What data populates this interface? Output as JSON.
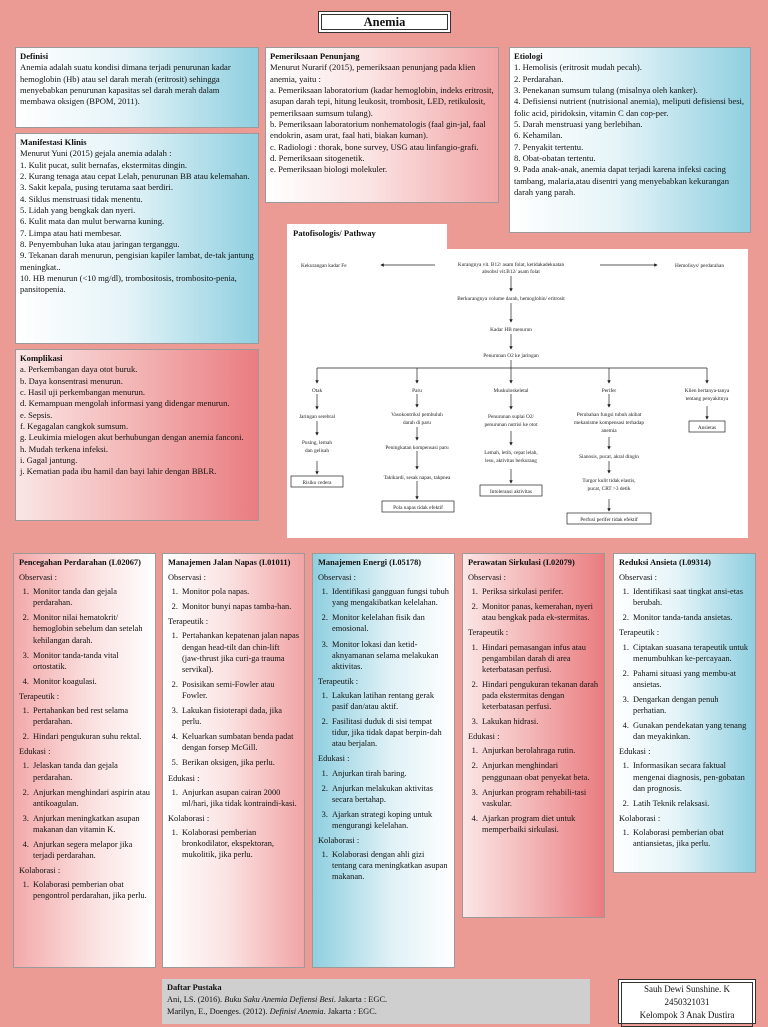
{
  "title": "Anemia",
  "definisi": {
    "heading": "Definisi",
    "text": "Anemia adalah suatu kondisi dimana terjadi penurunan kadar hemoglobin (Hb) atau sel darah merah (eritrosit) sehingga menyebabkan penurunan kapasitas sel darah merah dalam membawa oksigen (BPOM, 2011)."
  },
  "pemeriksaan": {
    "heading": "Pemeriksaan Penunjang",
    "intro": "Menurut Nurarif (2015), pemeriksaan penunjang pada klien anemia, yaitu :",
    "items": [
      "a. Pemeriksaan laboratorium (kadar hemoglobin, indeks eritrosit, asupan darah tepi, hitung leukosit, trombosit, LED, retikulosit, pemeriksaan sumsum tulang).",
      "b. Pemeriksaan laboratorium nonhematologis (faal gin-jal, faal endokrin, asam urat, faal hati, biakan kuman).",
      "c. Radiologi : thorak, bone survey, USG atau linfangio-grafi.",
      "d. Pemeriksaan sitogenetik.",
      "e. Pemeriksaan biologi molekuler."
    ]
  },
  "etiologi": {
    "heading": "Etiologi",
    "items": [
      "1. Hemolisis (eritrosit mudah pecah).",
      "2. Perdarahan.",
      "3. Penekanan sumsum tulang (misalnya oleh kanker).",
      "4. Defisiensi nutrient (nutrisional anemia), meliputi defisiensi besi, folic acid, piridoksin, vitamin C dan cop-per.",
      "5. Darah menstruasi yang berlebihan.",
      "6. Kehamilan.",
      "7. Penyakit tertentu.",
      "8. Obat-obatan tertentu.",
      "9. Pada anak-anak, anemia dapat terjadi karena infeksi cacing tambang, malaria,atau disentri yang menyebabkan kekurangan darah yang parah."
    ]
  },
  "manifestasi": {
    "heading": "Manifestasi Klinis",
    "intro": "Menurut Yuni (2015) gejala anemia adalah :",
    "items": [
      "1. Kulit pucat, sulit bernafas, ekstermitas dingin.",
      "2. Kurang tenaga atau cepat Lelah, penurunan BB atau kelemahan.",
      "3. Sakit kepala, pusing terutama saat berdiri.",
      "4. Siklus menstruasi tidak menentu.",
      "5. Lidah yang bengkak dan nyeri.",
      "6. Kulit mata dan mulut berwarna kuning.",
      "7. Limpa atau hati membesar.",
      "8. Penyembuhan luka atau jaringan terganggu.",
      "9. Tekanan darah menurun, pengisian kapiler lambat, de-tak jantung meningkat..",
      "10. HB menurun (<10 mg/dl), trombositosis, trombosito-penia, pansitopenia."
    ]
  },
  "komplikasi": {
    "heading": "Komplikasi",
    "items": [
      "a. Perkembangan daya otot buruk.",
      "b. Daya konsentrasi menurun.",
      "c. Hasil uji perkembangan menurun.",
      "d. Kemampuan mengolah informasi yang didengar menurun.",
      "e. Sepsis.",
      "f.  Kegagalan cangkok sumsum.",
      "g. Leukimia mielogen akut berhubungan dengan anemia fanconi.",
      "h. Mudah terkena infeksi.",
      "i. Gagal jantung.",
      "j. Kematian pada ibu hamil dan bayi lahir dengan BBLR."
    ]
  },
  "pathway": {
    "heading": "Patofisologis/ Pathway",
    "kekurangan_fe": "Kekurangan kadar Fe",
    "kurang_vit": [
      "Kurangnya vit. B12/ asam folat, ketidakadekuatan",
      "absobsi vit.B12/ asam folat"
    ],
    "hemolisis": "Hemolisys/ perdarahan",
    "volume": "Berkurangnya volume darah, hemoglobin/ eritrosit",
    "kadar_hb": "Kadar HB menurun",
    "o2": "Penurunan O2 ke jaringan",
    "branches": {
      "otak": "Otak",
      "paru": "Paru",
      "musk": "Muskuloskeletal",
      "perifer": "Perifer",
      "klien": [
        "Klien bertanya-tanya",
        "tentang penyakitnya"
      ]
    },
    "otak_chain": {
      "a": "Jaringan serebral",
      "b": [
        "Pusing, lemah",
        "dan gelisah"
      ],
      "dx": "Risiko cedera"
    },
    "paru_chain": {
      "a": [
        "Vasokontriksi pembuluh",
        "darah di paru"
      ],
      "b": "Peningkatan kompensasi paru",
      "c": "Takikardi, sesak napas, takpnea",
      "dx": "Pola napas tidak efektif"
    },
    "musk_chain": {
      "a": [
        "Penurunan suplai O2/",
        "penurunan nutrisi ke otot"
      ],
      "b": [
        "Lemah, letih, cepat lelah,",
        "lesu, aktivitas berkurang"
      ],
      "dx": "Intoleransi aktivitas"
    },
    "perifer_chain": {
      "a": [
        "Perubahan fungsi tubuh akibat",
        "mekanisme kompensasi terhadap",
        "anemia"
      ],
      "b": "Sianosis, pucat, akral dingin",
      "c": [
        "Turgor kulit tidak elastis,",
        "pucat, CRT >3 detik"
      ],
      "dx": "Perfusi perifer tidak efektif"
    },
    "klien_dx": "Ansietas"
  },
  "columns": [
    {
      "heading": "Pencegahan Perdarahan (L02067)",
      "sections": [
        {
          "label": "Observasi :",
          "items": [
            "Monitor tanda dan gejala perdarahan.",
            "Monitor nilai hematokrit/ hemoglobin sebelum dan setelah kehilangan darah.",
            "Monitor tanda-tanda vital ortostatik.",
            "Monitor koagulasi."
          ]
        },
        {
          "label": "Terapeutik :",
          "items": [
            "Pertahankan bed rest selama perdarahan.",
            "Hindari pengukuran suhu rektal."
          ]
        },
        {
          "label": "Edukasi :",
          "items": [
            "Jelaskan tanda dan gejala perdarahan.",
            "Anjurkan menghindari aspirin atau antikoagulan.",
            "Anjurkan meningkatkan asupan makanan dan vitamin K.",
            "Anjurkan segera melapor jika terjadi perdarahan."
          ]
        },
        {
          "label": "Kolaborasi :",
          "items": [
            "Kolaborasi pemberian obat pengontrol perdarahan, jika perlu."
          ]
        }
      ]
    },
    {
      "heading": "Manajemen Jalan Napas (I.01011)",
      "sections": [
        {
          "label": "Observasi :",
          "items": [
            "Monitor pola napas.",
            "Monitor bunyi napas tamba-han."
          ]
        },
        {
          "label": "Terapeutik :",
          "items": [
            "Pertahankan kepatenan jalan napas dengan head-tilt dan chin-lift (jaw-thrust jika curi-ga trauma servikal).",
            "Posisikan semi-Fowler atau Fowler.",
            "Lakukan fisioterapi dada, jika perlu.",
            "Keluarkan sumbatan benda padat dengan forsep McGill.",
            "Berikan oksigen, jika perlu."
          ]
        },
        {
          "label": "Edukasi :",
          "items": [
            "Anjurkan asupan cairan 2000 ml/hari, jika tidak kontraindi-kasi."
          ]
        },
        {
          "label": "Kolaborasi :",
          "items": [
            "Kolaborasi pemberian bronkodilator, ekspektoran, mukolitik, jika perlu."
          ]
        }
      ]
    },
    {
      "heading": "Manajemen Energi (I.05178)",
      "sections": [
        {
          "label": "Observasi :",
          "items": [
            "Identifikasi gangguan fungsi tubuh yang mengakibatkan kelelahan.",
            "Monitor kelelahan fisik dan emosional.",
            "Monitor lokasi dan ketid-aknyamanan selama melakukan aktivitas."
          ]
        },
        {
          "label": "Terapeutik :",
          "items": [
            "Lakukan latihan rentang gerak pasif dan/atau aktif.",
            "Fasilitasi duduk di sisi tempat tidur, jika tidak dapat berpin-dah atau berjalan."
          ]
        },
        {
          "label": "Edukasi :",
          "items": [
            "Anjurkan tirah baring.",
            "Anjurkan melakukan aktivitas secara bertahap.",
            "Ajarkan strategi koping untuk mengurangi kelelahan."
          ]
        },
        {
          "label": "Kolaborasi :",
          "items": [
            "Kolaborasi dengan ahli gizi tentang cara meningkatkan asupan makanan."
          ]
        }
      ]
    },
    {
      "heading": "Perawatan Sirkulasi (I.02079)",
      "sections": [
        {
          "label": "Observasi :",
          "items": [
            "Periksa sirkulasi perifer.",
            "Monitor panas, kemerahan, nyeri atau bengkak pada ek-stermitas."
          ]
        },
        {
          "label": "Terapeutik :",
          "items": [
            "Hindari pemasangan infus atau pengambilan darah di area keterbatasan perfusi.",
            "Hindari pengukuran tekanan darah pada ekstermitas dengan keterbatasan perfusi.",
            "Lakukan hidrasi."
          ]
        },
        {
          "label": "Edukasi :",
          "items": [
            "Anjurkan berolahraga rutin.",
            "Anjurkan menghindari penggunaan obat penyekat beta.",
            "Anjurkan program rehabili-tasi vaskular.",
            "Ajarkan program diet untuk memperbaiki sirkulasi."
          ]
        }
      ]
    },
    {
      "heading": "Reduksi Ansieta (I.09314)",
      "sections": [
        {
          "label": "Observasi :",
          "items": [
            "Identifikasi saat tingkat ansi-etas berubah.",
            "Monitor tanda-tanda ansietas."
          ]
        },
        {
          "label": "Terapeutik :",
          "items": [
            "Ciptakan suasana terapeutik untuk menumbuhkan ke-percayaan.",
            "Pahami situasi yang membu-at ansietas.",
            "Dengarkan dengan penuh perhatian.",
            "Gunakan pendekatan yang tenang dan meyakinkan."
          ]
        },
        {
          "label": "Edukasi :",
          "items": [
            "Informasikan secara faktual mengenai diagnosis, pen-gobatan dan prognosis.",
            "Latih Teknik relaksasi."
          ]
        },
        {
          "label": "Kolaborasi :",
          "items": [
            "Kolaborasi pemberian obat antiansietas, jika perlu."
          ]
        }
      ]
    }
  ],
  "references": {
    "heading": "Daftar Pustaka",
    "items": [
      {
        "pre": "Ani, LS. (2016). ",
        "italic": "Buku Saku Anemia Defiensi Besi",
        "post": ". Jakarta : EGC."
      },
      {
        "pre": "Marilyn, E., Doenges. (2012). ",
        "italic": "Definisi Anemia",
        "post": ". Jakarta : EGC."
      }
    ]
  },
  "author": {
    "name": "Sauh Dewi Sunshine. K",
    "nim": "2450321031",
    "group": "Kelompok 3 Anak Dustira"
  }
}
